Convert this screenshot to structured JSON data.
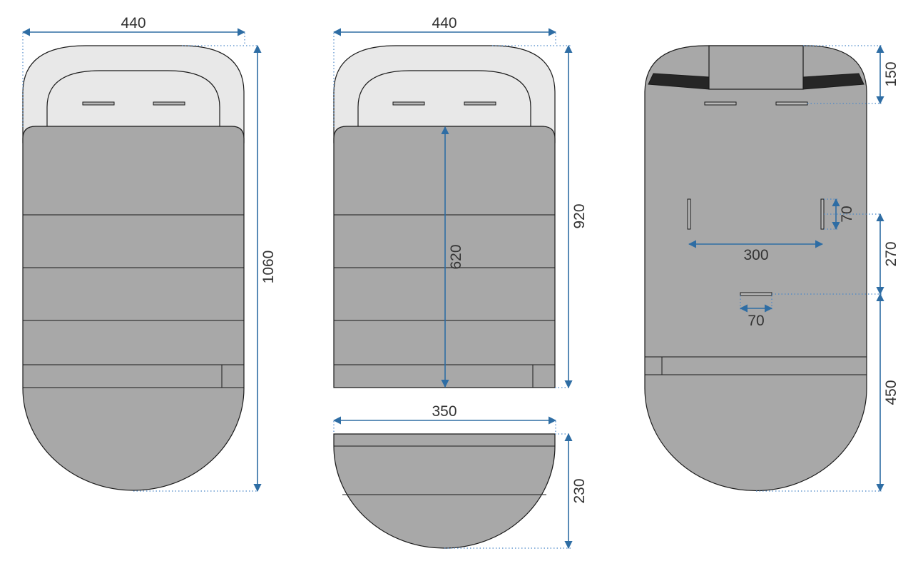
{
  "colors": {
    "body": "#a8a8a8",
    "hood": "#e8e8e8",
    "dimension": "#2e6da4",
    "strap": "#262626"
  },
  "views": {
    "front_open": {
      "width_label": "440",
      "length_label": "1060"
    },
    "front_closed": {
      "width_label": "440",
      "length_label": "920",
      "inner_length_label": "620"
    },
    "bottom_flap": {
      "width_label": "350",
      "height_label": "230"
    },
    "back": {
      "top_label": "150",
      "slot_height_label": "70",
      "slot_spacing_label": "300",
      "middle_label": "270",
      "small_slot_label": "70",
      "bottom_label": "450"
    }
  }
}
